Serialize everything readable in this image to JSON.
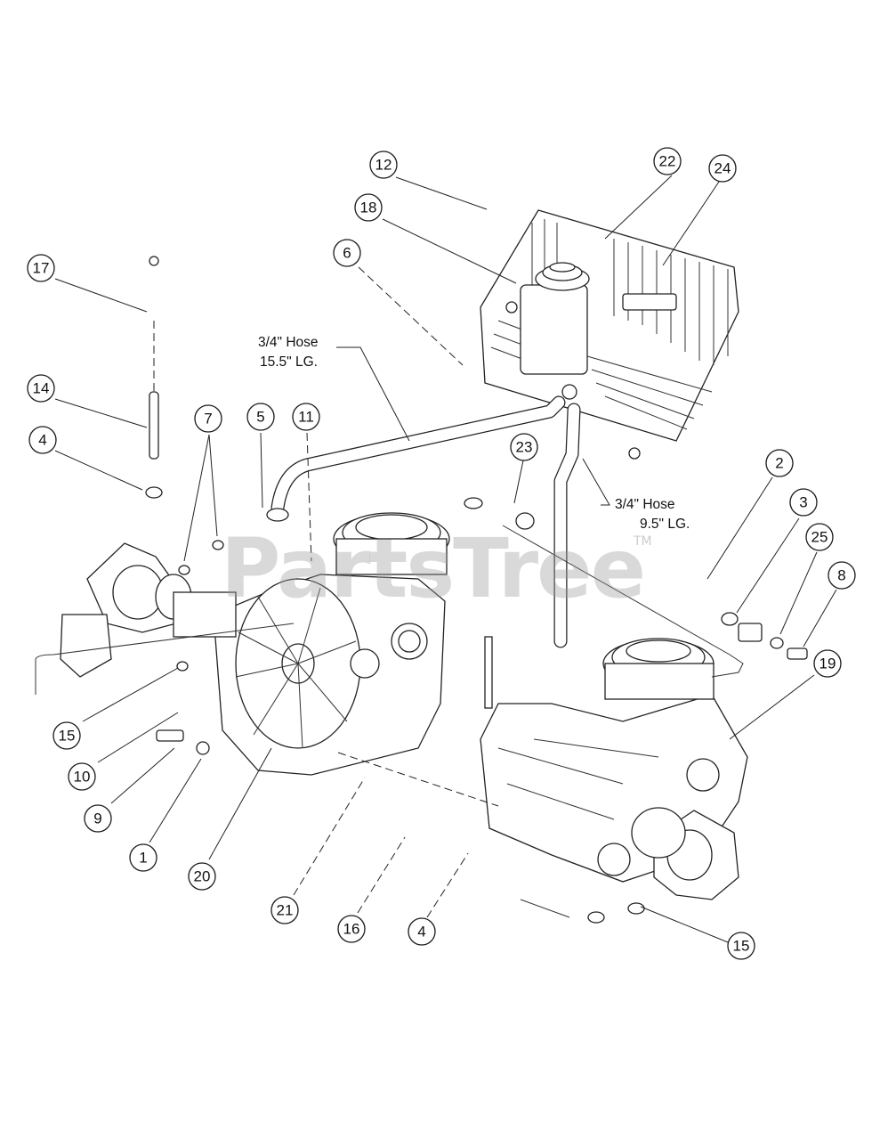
{
  "watermark": {
    "text": "PartsTree",
    "trademark": "TM"
  },
  "hose_labels": {
    "upper_line1": "3/4\" Hose",
    "upper_line2": "15.5\" LG.",
    "lower_line1": "3/4\" Hose",
    "lower_line2": "9.5\" LG."
  },
  "callouts": [
    "12",
    "22",
    "24",
    "18",
    "6",
    "17",
    "14",
    "4",
    "7",
    "5",
    "11",
    "23",
    "2",
    "3",
    "25",
    "8",
    "19",
    "15",
    "10",
    "9",
    "1",
    "20",
    "21",
    "16",
    "4",
    "15"
  ]
}
